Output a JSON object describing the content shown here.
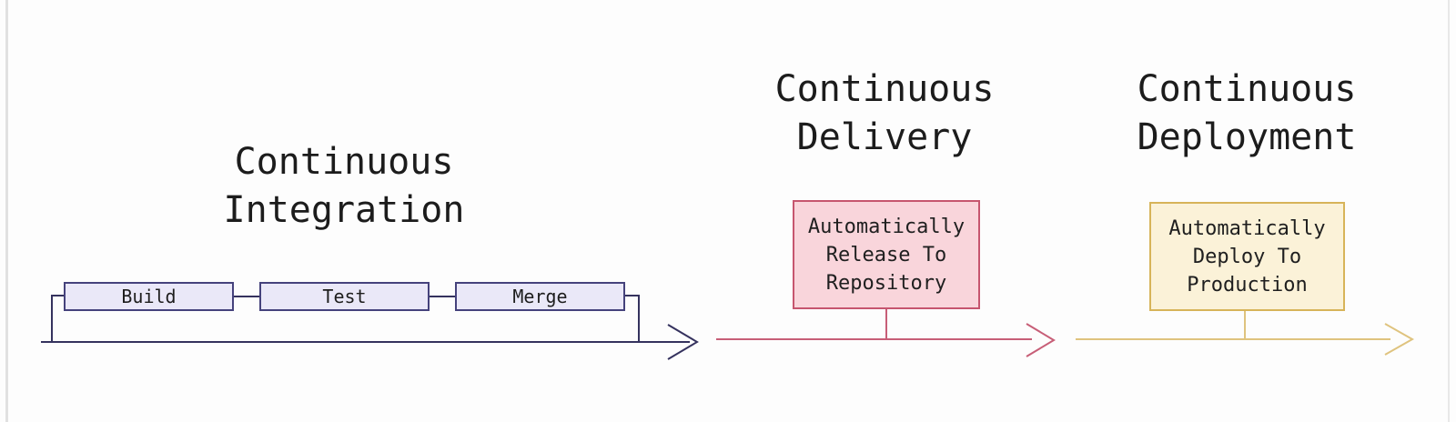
{
  "diagram": {
    "background": "#fdfdfd",
    "text_color": "#1c1c1c",
    "stages": [
      {
        "id": "continuous-integration",
        "title_line1": "Continuous",
        "title_line2": "Integration",
        "accent": "#35325e",
        "box_fill": "#eae8f8",
        "box_border": "#45427c",
        "steps": [
          "Build",
          "Test",
          "Merge"
        ]
      },
      {
        "id": "continuous-delivery",
        "title_line1": "Continuous",
        "title_line2": "Delivery",
        "accent": "#c75e77",
        "box_fill": "#f9d5db",
        "box_border": "#c6566f",
        "note_line1": "Automatically",
        "note_line2": "Release To",
        "note_line3": "Repository"
      },
      {
        "id": "continuous-deployment",
        "title_line1": "Continuous",
        "title_line2": "Deployment",
        "accent": "#dfc37e",
        "box_fill": "#fbf2d8",
        "box_border": "#d7b459",
        "note_line1": "Automatically",
        "note_line2": "Deploy To",
        "note_line3": "Production"
      }
    ]
  }
}
